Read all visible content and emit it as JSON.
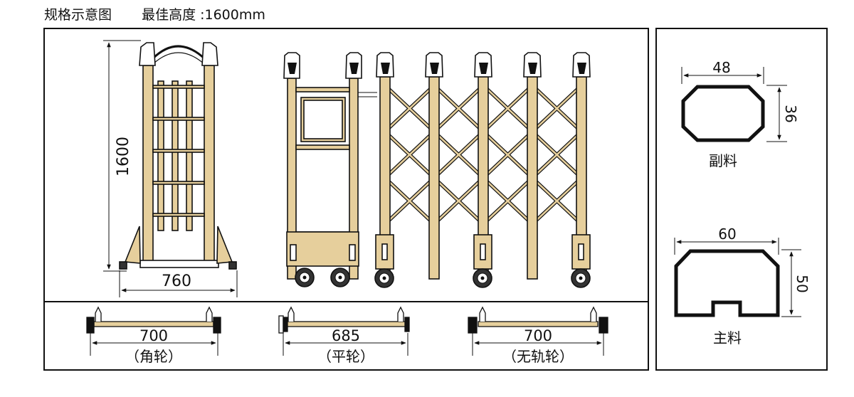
{
  "header": {
    "title": "规格示意图",
    "max_height_label": "最佳高度 :1600mm"
  },
  "gate_diagram": {
    "height_dim": "1600",
    "width_dim": "760"
  },
  "wheels": [
    {
      "dim": "700",
      "name": "（角轮）"
    },
    {
      "dim": "685",
      "name": "（平轮）"
    },
    {
      "dim": "700",
      "name": "（无轨轮）"
    }
  ],
  "profiles": {
    "sub": {
      "width": "48",
      "height": "36",
      "name": "副料"
    },
    "main": {
      "width": "60",
      "height": "50",
      "name": "主料"
    }
  }
}
